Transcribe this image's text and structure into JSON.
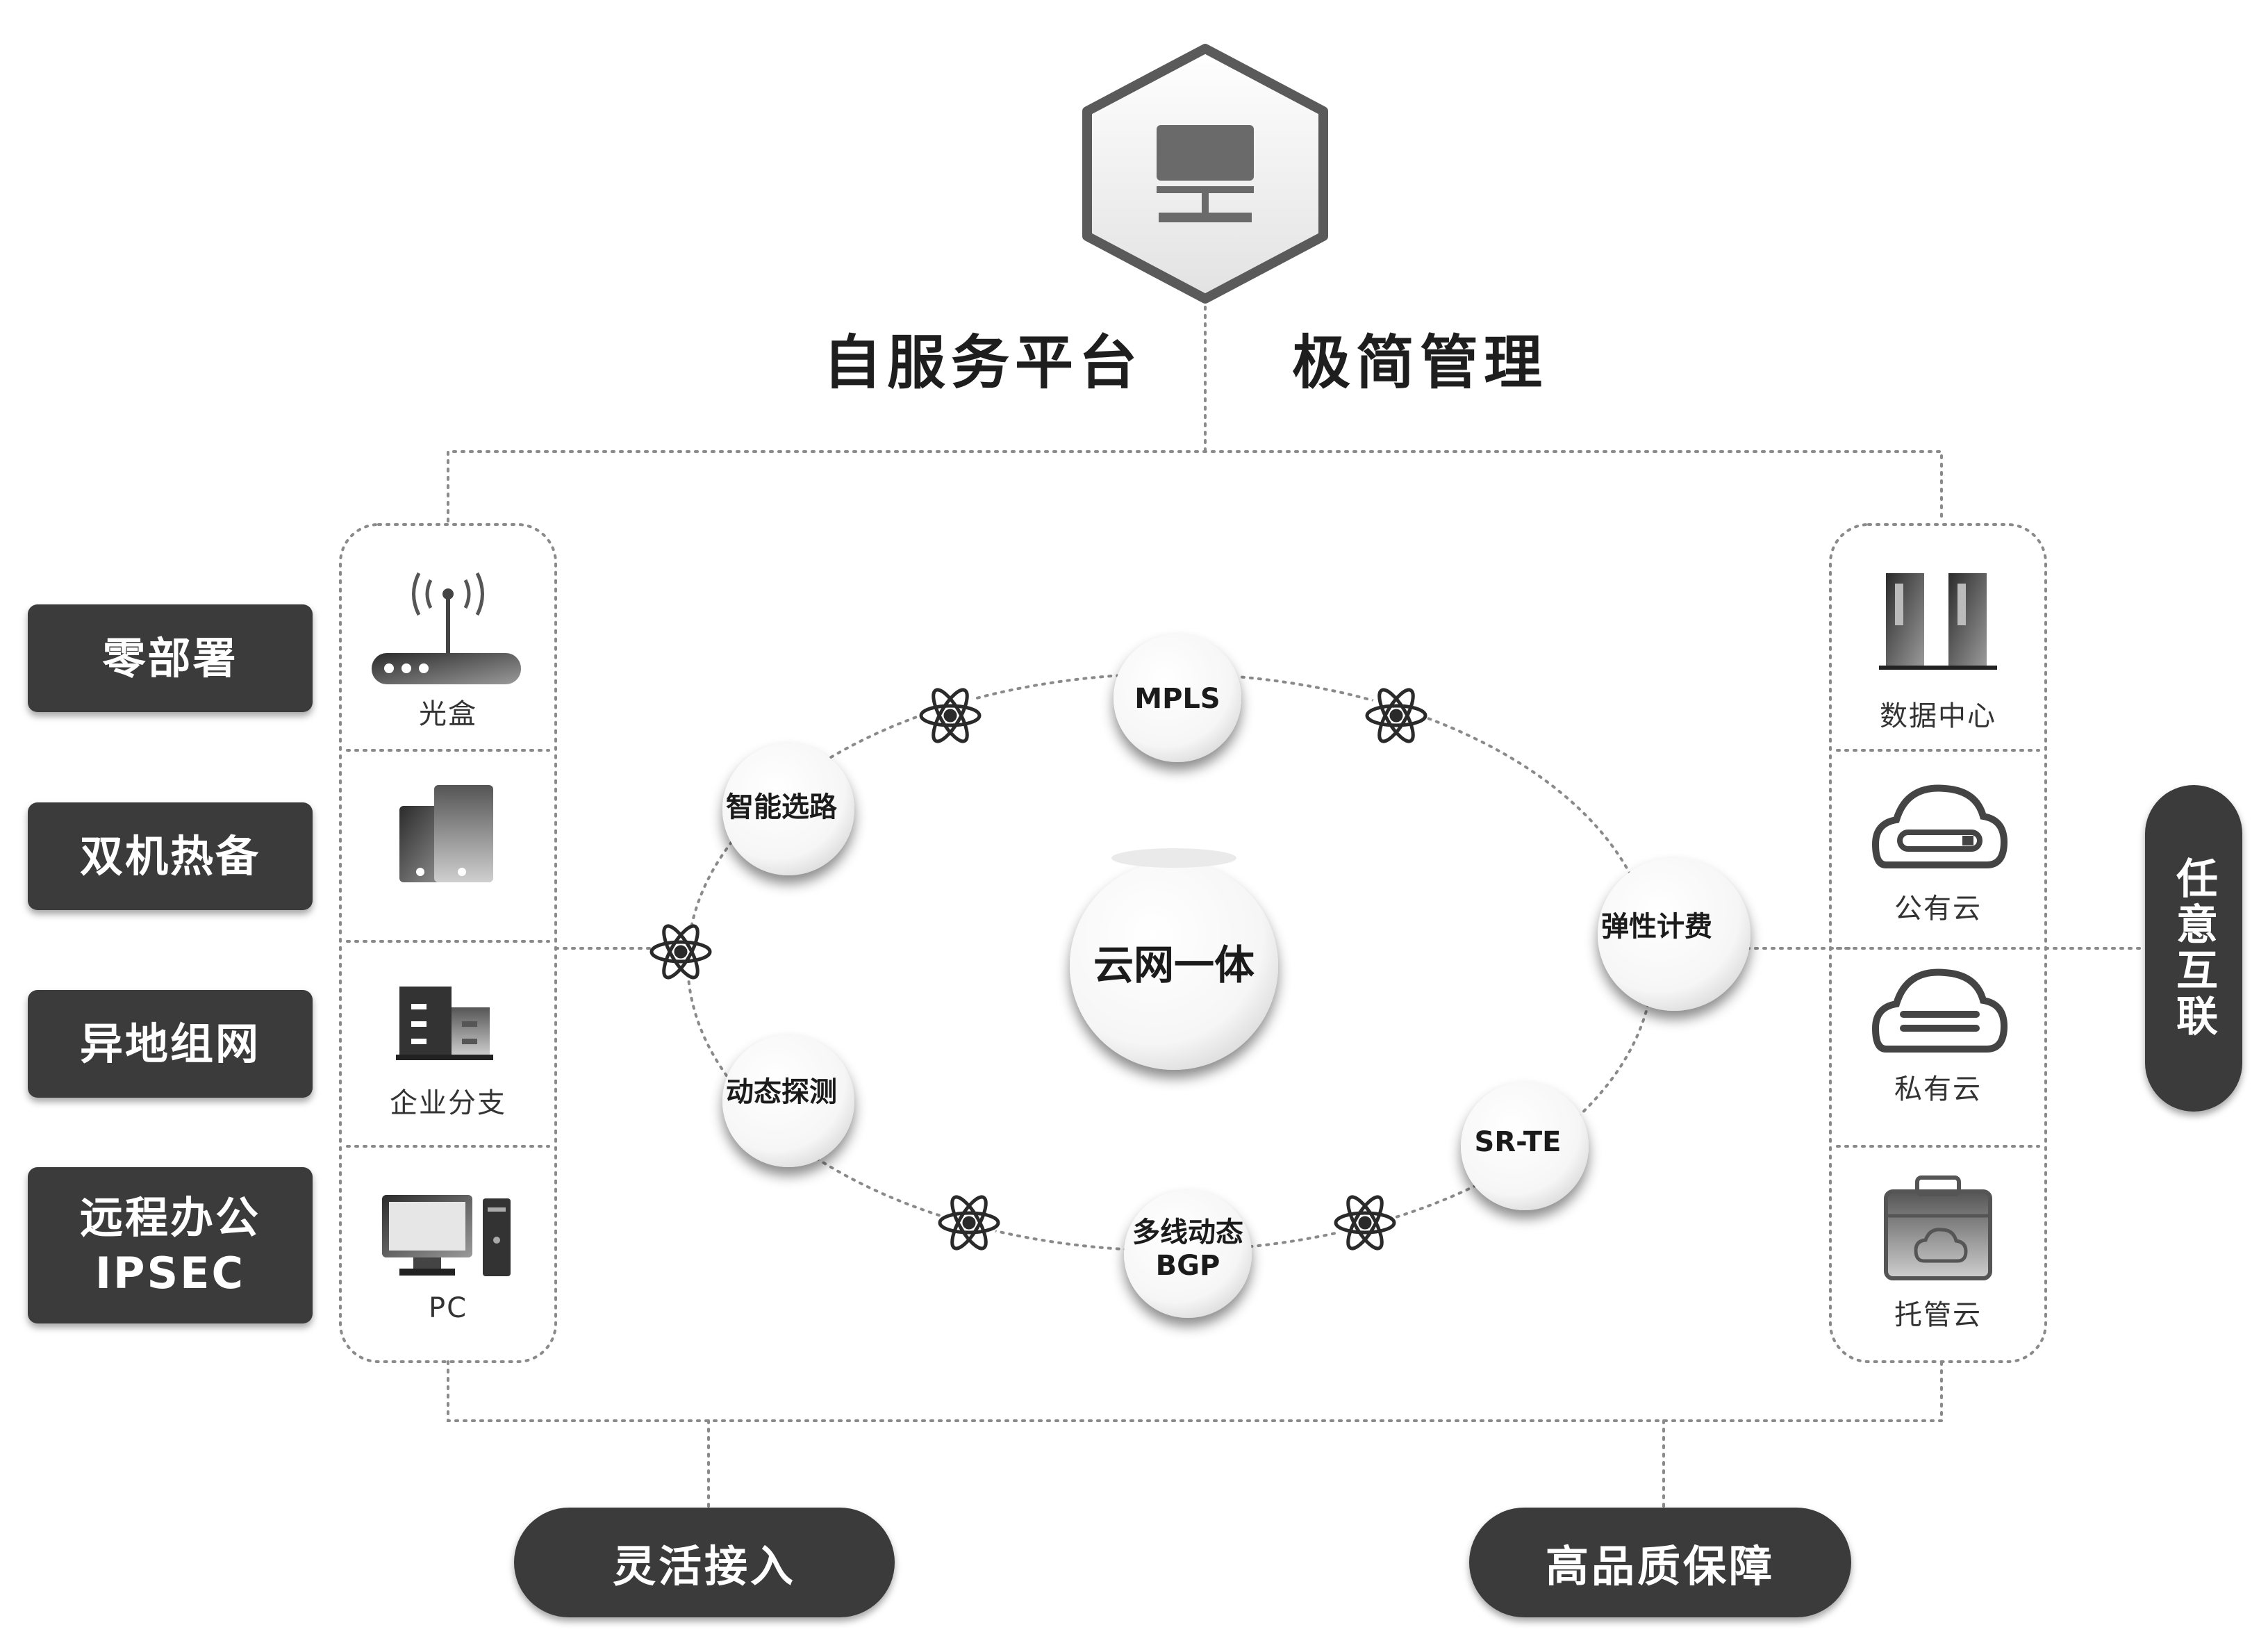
{
  "header": {
    "title_left": "自服务平台",
    "title_right": "极简管理",
    "icon": "monitor-icon"
  },
  "left_features": [
    {
      "label": "零部署"
    },
    {
      "label": "双机热备"
    },
    {
      "label": "异地组网"
    },
    {
      "label": "远程办公",
      "label2": "IPSEC"
    }
  ],
  "left_devices": [
    {
      "label": "光盒",
      "icon": "router-icon"
    },
    {
      "label": "",
      "icon": "mobile-devices-icon"
    },
    {
      "label": "企业分支",
      "icon": "building-icon"
    },
    {
      "label": "PC",
      "icon": "pc-icon"
    }
  ],
  "right_devices": [
    {
      "label": "数据中心",
      "icon": "server-rack-icon"
    },
    {
      "label": "公有云",
      "icon": "cloud-icon"
    },
    {
      "label": "私有云",
      "icon": "cloud-icon"
    },
    {
      "label": "托管云",
      "icon": "cloud-case-icon"
    }
  ],
  "center": {
    "label": "云网一体"
  },
  "ring_nodes": [
    {
      "label": "MPLS"
    },
    {
      "label": "智能选路"
    },
    {
      "label": "弹性计费"
    },
    {
      "label": "动态探测"
    },
    {
      "label": "SR-TE"
    },
    {
      "label": "多线动态",
      "label2": "BGP"
    }
  ],
  "bottom": {
    "left_label": "灵活接入",
    "right_label": "高品质保障"
  },
  "right_badge": {
    "label": "任意互联"
  },
  "colors": {
    "dark_fill": "#3b3b3b",
    "text_dark": "#1e1e1e",
    "line_gray": "#8a8a8a",
    "white": "#ffffff"
  }
}
